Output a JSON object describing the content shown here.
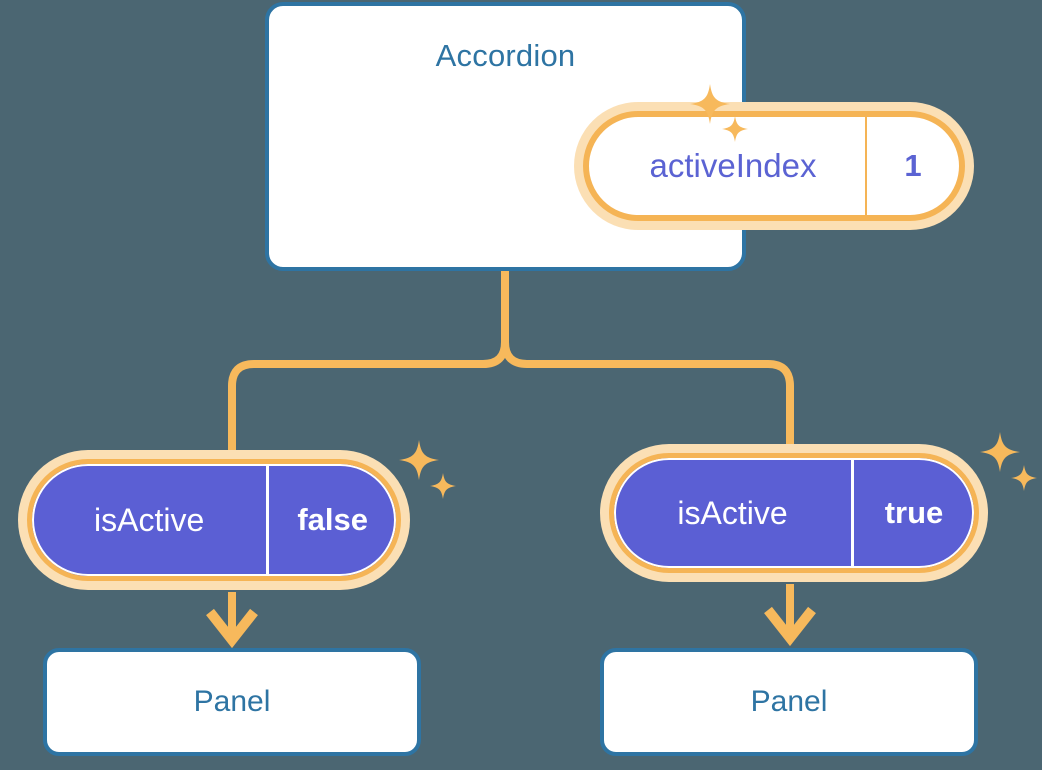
{
  "theme": {
    "background": "#4B6672",
    "card_border": "#2E74A3",
    "card_text": "#2E74A3",
    "pill_border": "#F5B455",
    "pill_glow": "#FBDFB4",
    "pill_fill_purple": "#5B5FD4",
    "pill_text_indigo": "#5B63D3",
    "pill_text_white": "#FFFFFF",
    "connector": "#F7B95C"
  },
  "component": {
    "title": "Accordion",
    "state": {
      "key": "activeIndex",
      "value": "1"
    }
  },
  "children": [
    {
      "id": "left",
      "state": {
        "key": "isActive",
        "value": "false"
      },
      "panel": {
        "title": "Panel"
      }
    },
    {
      "id": "right",
      "state": {
        "key": "isActive",
        "value": "true"
      },
      "panel": {
        "title": "Panel"
      }
    }
  ],
  "icons": {
    "sparkle_large": "sparkle-icon",
    "sparkle_small": "sparkle-icon",
    "arrow_down": "arrow-down-icon"
  }
}
